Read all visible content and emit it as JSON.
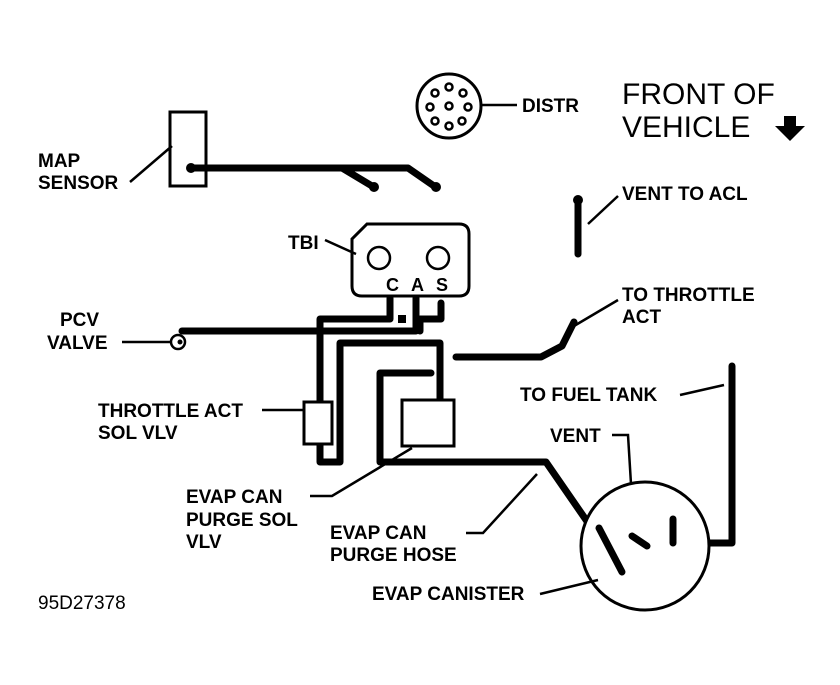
{
  "front_of_vehicle": [
    "FRONT OF",
    "VEHICLE"
  ],
  "labels": {
    "distr": "DISTR",
    "map_sensor": [
      "MAP",
      "SENSOR"
    ],
    "tbi": "TBI",
    "port_c": "C",
    "port_a": "A",
    "port_s": "S",
    "pcv_valve": [
      "PCV",
      "VALVE"
    ],
    "vent_to_acl": "VENT TO ACL",
    "to_throttle_act": [
      "TO THROTTLE",
      "ACT"
    ],
    "to_fuel_tank": "TO FUEL TANK",
    "vent": "VENT",
    "throttle_act_sol_vlv": [
      "THROTTLE ACT",
      "SOL VLV"
    ],
    "evap_can_purge_sol_vlv": [
      "EVAP CAN",
      "PURGE SOL",
      "VLV"
    ],
    "evap_can_purge_hose": [
      "EVAP CAN",
      "PURGE HOSE"
    ],
    "evap_canister": "EVAP CANISTER"
  },
  "figure_code": "95D27378",
  "icons": {
    "front_arrow": "down-arrow-icon"
  }
}
